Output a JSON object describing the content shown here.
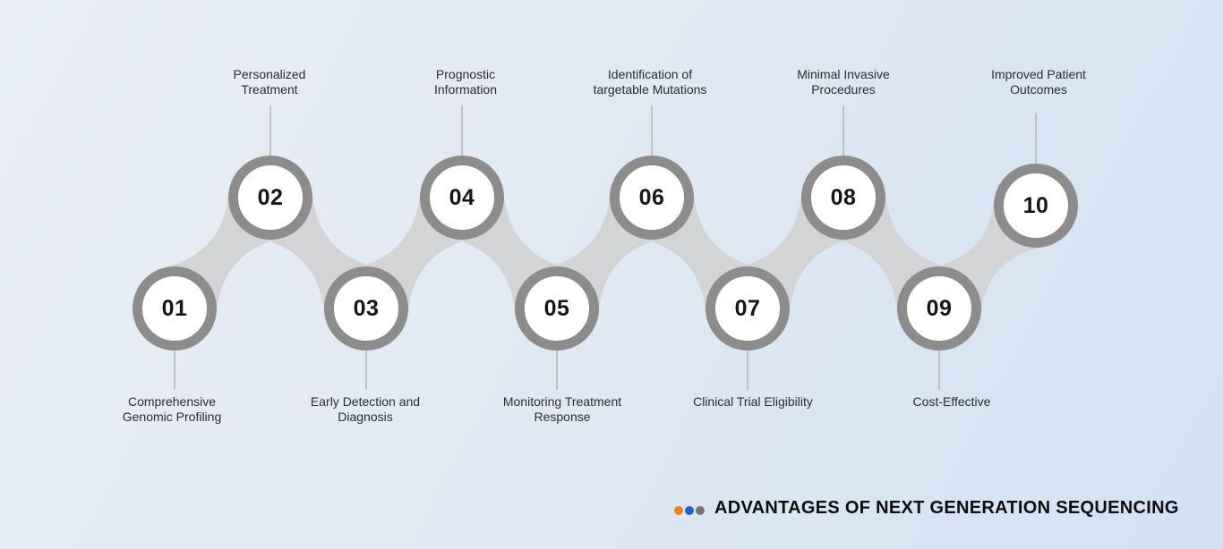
{
  "title": "ADVANTAGES OF NEXT GENERATION SEQUENCING",
  "footer": {
    "dots": [
      {
        "name": "orange-dot",
        "color": "#f5820d"
      },
      {
        "name": "blue-dot",
        "color": "#1c62d4"
      },
      {
        "name": "gray-dot",
        "color": "#75777a"
      }
    ]
  },
  "steps": [
    {
      "number": "01",
      "label": "Comprehensive\nGenomic Profiling",
      "row": "bottom"
    },
    {
      "number": "02",
      "label": "Personalized\nTreatment",
      "row": "top"
    },
    {
      "number": "03",
      "label": "Early Detection and\nDiagnosis",
      "row": "bottom"
    },
    {
      "number": "04",
      "label": "Prognostic\nInformation",
      "row": "top"
    },
    {
      "number": "05",
      "label": "Monitoring Treatment\nResponse",
      "row": "bottom"
    },
    {
      "number": "06",
      "label": "Identification of\ntargetable Mutations",
      "row": "top"
    },
    {
      "number": "07",
      "label": "Clinical Trial Eligibility",
      "row": "bottom"
    },
    {
      "number": "08",
      "label": "Minimal Invasive\nProcedures",
      "row": "top"
    },
    {
      "number": "09",
      "label": "Cost-Effective",
      "row": "bottom"
    },
    {
      "number": "10",
      "label": "Improved Patient\nOutcomes",
      "row": "top"
    }
  ],
  "colors": {
    "background_start": "#e9eef5",
    "background_mid": "#e1e9f3",
    "background_end": "#d3e2f3",
    "ring": "#8c8c8c",
    "band": "#d3d4d5",
    "circle_fill": "#ffffff",
    "number_text": "#161616",
    "label_text": "#2b2d2e",
    "connector_line": "#9e9e9e",
    "title_text": "#0e0e10"
  }
}
